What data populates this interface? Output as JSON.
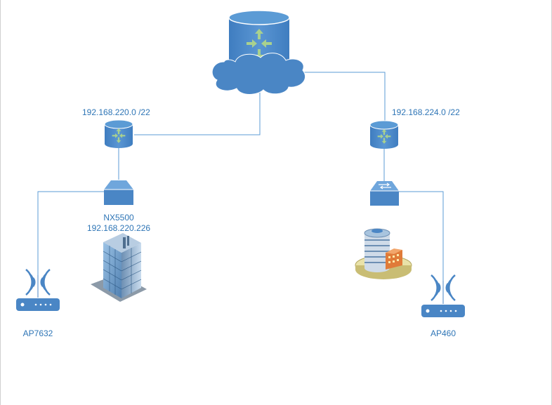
{
  "networks": {
    "left_subnet": "192.168.220.0 /22",
    "right_subnet": "192.168.224.0 /22"
  },
  "devices": {
    "switch_left_name": "NX5500",
    "switch_left_ip": "192.168.220.226",
    "ap_left": "AP7632",
    "ap_right": "AP460"
  },
  "icons": {
    "core_router": "router-icon",
    "cloud": "cloud-icon",
    "router_left": "router-icon",
    "router_right": "router-icon",
    "switch_left": "switch-icon",
    "switch_right": "switch-icon",
    "building_left": "office-tower-icon",
    "building_right": "office-building-icon",
    "ap_left": "wireless-ap-icon",
    "ap_right": "wireless-ap-icon"
  },
  "colors": {
    "device_blue": "#4a86c5",
    "line_blue": "#5b9bd5",
    "arrow_green": "#a9d18e",
    "label_blue": "#2e75b6"
  }
}
